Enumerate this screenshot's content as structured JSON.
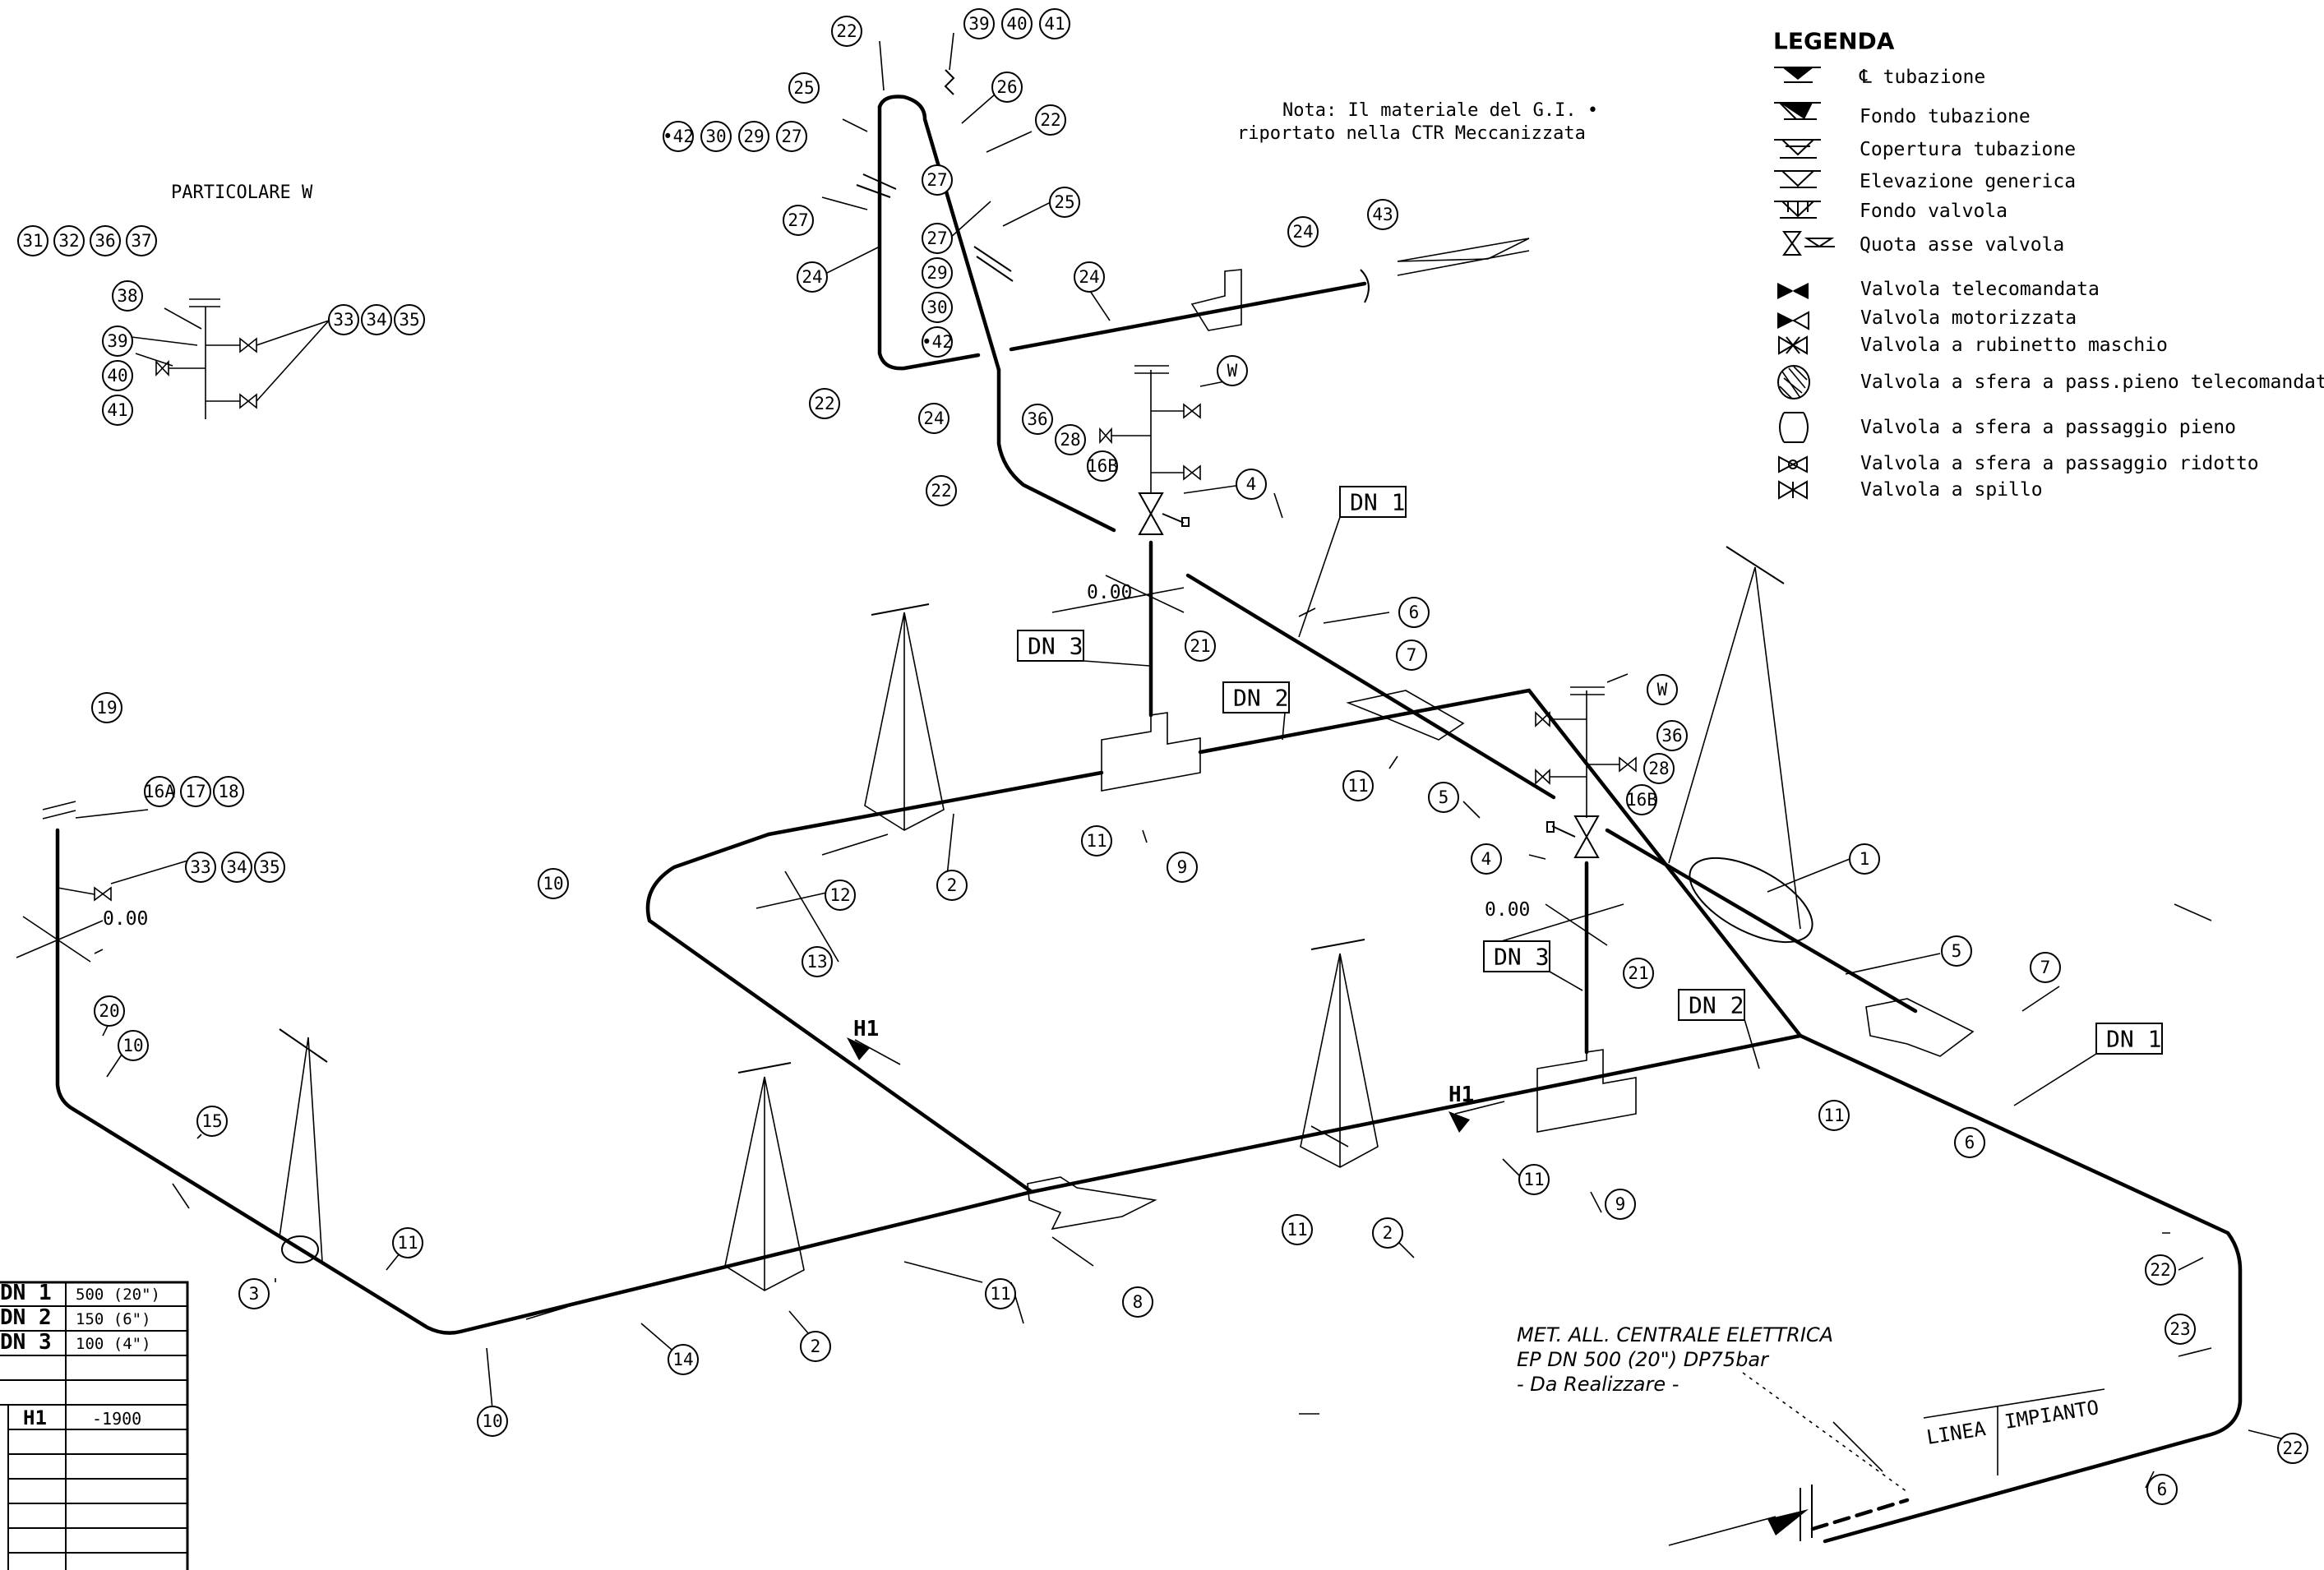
{
  "legend": {
    "title": "LEGENDA",
    "items": [
      {
        "icon": "pipe-centerline-symbol",
        "label": "℄ tubazione"
      },
      {
        "icon": "pipe-bottom-symbol",
        "label": "Fondo tubazione"
      },
      {
        "icon": "pipe-cover-symbol",
        "label": "Copertura tubazione"
      },
      {
        "icon": "generic-elevation-symbol",
        "label": "Elevazione generica"
      },
      {
        "icon": "valve-bottom-symbol",
        "label": "Fondo valvola"
      },
      {
        "icon": "valve-axis-elevation-symbol",
        "label": "Quota asse valvola"
      },
      {
        "icon": "remote-valve-icon",
        "label": "Valvola telecomandata"
      },
      {
        "icon": "motorized-valve-icon",
        "label": "Valvola motorizzata"
      },
      {
        "icon": "plug-valve-icon",
        "label": "Valvola a rubinetto maschio"
      },
      {
        "icon": "remote-full-bore-ball-valve-icon",
        "label": "Valvola a sfera a pass.pieno telecomandata"
      },
      {
        "icon": "full-bore-ball-valve-icon",
        "label": "Valvola a sfera a passaggio pieno"
      },
      {
        "icon": "reduced-bore-ball-valve-icon",
        "label": "Valvola a sfera a passaggio ridotto"
      },
      {
        "icon": "needle-valve-icon",
        "label": "Valvola a spillo"
      }
    ]
  },
  "notes": {
    "material_line1": "Nota: Il materiale del G.I. •",
    "material_line2": "riportato nella CTR Meccanizzata",
    "detail_title": "PARTICOLARE W",
    "met_line1": "MET. ALL. CENTRALE ELETTRICA",
    "met_line2": "EP DN 500 (20\") DP75bar",
    "met_line3": "- Da Realizzare -",
    "linea": "LINEA",
    "impianto": "IMPIANTO"
  },
  "elevations": {
    "top": "0.00",
    "mid": "0.00",
    "left": "0.00"
  },
  "markers": {
    "h1": "H1"
  },
  "dn_labels": {
    "dn1": "DN 1",
    "dn2": "DN 2",
    "dn3": "DN 3"
  },
  "size_table": {
    "rows": [
      {
        "label": "DN 1",
        "value": "500 (20\")"
      },
      {
        "label": "DN 2",
        "value": "150 (6\")"
      },
      {
        "label": "DN 3",
        "value": "100 (4\")"
      }
    ],
    "h_row": {
      "label": "H1",
      "value": "-1900"
    }
  },
  "bubbles": {
    "b1": "1",
    "b2": "2",
    "b3": "3",
    "b4": "4",
    "b5": "5",
    "b6": "6",
    "b7": "7",
    "b8": "8",
    "b9": "9",
    "b10": "10",
    "b11": "11",
    "b12": "12",
    "b13": "13",
    "b14": "14",
    "b15": "15",
    "b16a": "16A",
    "b16b": "16B",
    "b17": "17",
    "b18": "18",
    "b19": "19",
    "b20": "20",
    "b21": "21",
    "b22": "22",
    "b23": "23",
    "b24": "24",
    "b25": "25",
    "b26": "26",
    "b27": "27",
    "b28": "28",
    "b29": "29",
    "b30": "30",
    "b31": "31",
    "b32": "32",
    "b33": "33",
    "b34": "34",
    "b35": "35",
    "b36": "36",
    "b37": "37",
    "b38": "38",
    "b39": "39",
    "b40": "40",
    "b41": "41",
    "b42": "•42",
    "b43": "43",
    "bw": "W"
  }
}
